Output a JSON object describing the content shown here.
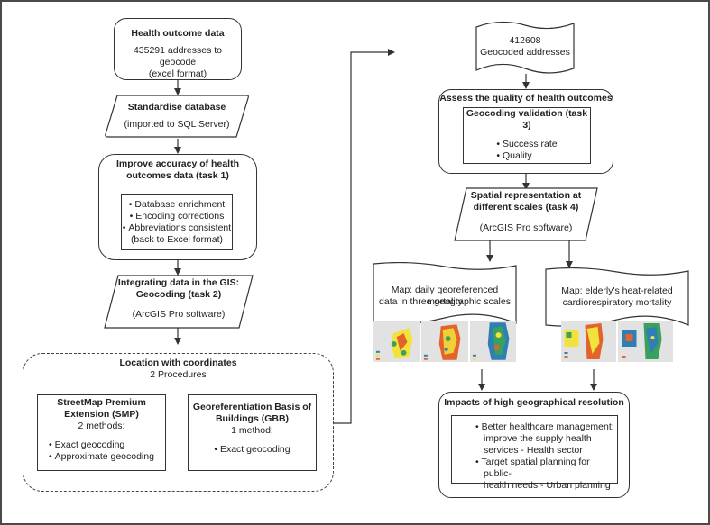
{
  "colors": {
    "border": "#333333",
    "map_bg": "#e2e2e2",
    "map_yellow": "#f1e33b",
    "map_orange": "#e3632a",
    "map_green": "#3aa060",
    "map_blue": "#2f7fb5"
  },
  "nodes": {
    "health_outcome": {
      "title": "Health outcome data",
      "line1": "435291 addresses to geocode",
      "line2": "(excel format)"
    },
    "standardise": {
      "title": "Standardise database",
      "subtitle": "(imported to SQL Server)"
    },
    "improve": {
      "title_l1": "Improve accuracy of health",
      "title_l2": "outcomes data (task 1)",
      "items": [
        "Database enrichment",
        "Encoding corrections",
        "Abbreviations consistent"
      ],
      "note": "(back to Excel format)"
    },
    "integrating": {
      "title_l1": "Integrating data in the GIS:",
      "title_l2": "Geocoding (task 2)",
      "subtitle": "(ArcGIS Pro software)"
    },
    "location": {
      "title": "Location with coordinates",
      "subtitle": "2 Procedures",
      "smp": {
        "title_l1": "StreetMap Premium",
        "title_l2": "Extension (SMP)",
        "count": "2 methods:",
        "items": [
          "Exact geocoding",
          "Approximate geocoding"
        ]
      },
      "gbb": {
        "title_l1": "Georeferentiation Basis of",
        "title_l2": "Buildings (GBB)",
        "count": "1 method:",
        "items": [
          "Exact geocoding"
        ]
      }
    },
    "geocoded": {
      "count": "412608",
      "label": "Geocoded addresses"
    },
    "assess": {
      "title": "Assess the quality of health outcomes",
      "inner_title": "Geocoding validation (task 3)",
      "items": [
        "Success rate",
        "Quality"
      ]
    },
    "spatial": {
      "title_l1": "Spatial representation at",
      "title_l2": "different scales (task 4)",
      "subtitle": "(ArcGIS Pro software)"
    },
    "map1": {
      "l1": "Map: daily georeferenced mortality",
      "l2": "data in three geographic scales"
    },
    "map2": {
      "l1": "Map: elderly's heat-related",
      "l2": "cardiorespiratory mortality"
    },
    "impacts": {
      "title": "Impacts of high geographical resolution",
      "items": [
        [
          "Better healthcare management;",
          "improve the supply health",
          "services - Health sector"
        ],
        [
          "Target spatial planning for public-",
          "health needs - Urban planning"
        ]
      ]
    }
  }
}
